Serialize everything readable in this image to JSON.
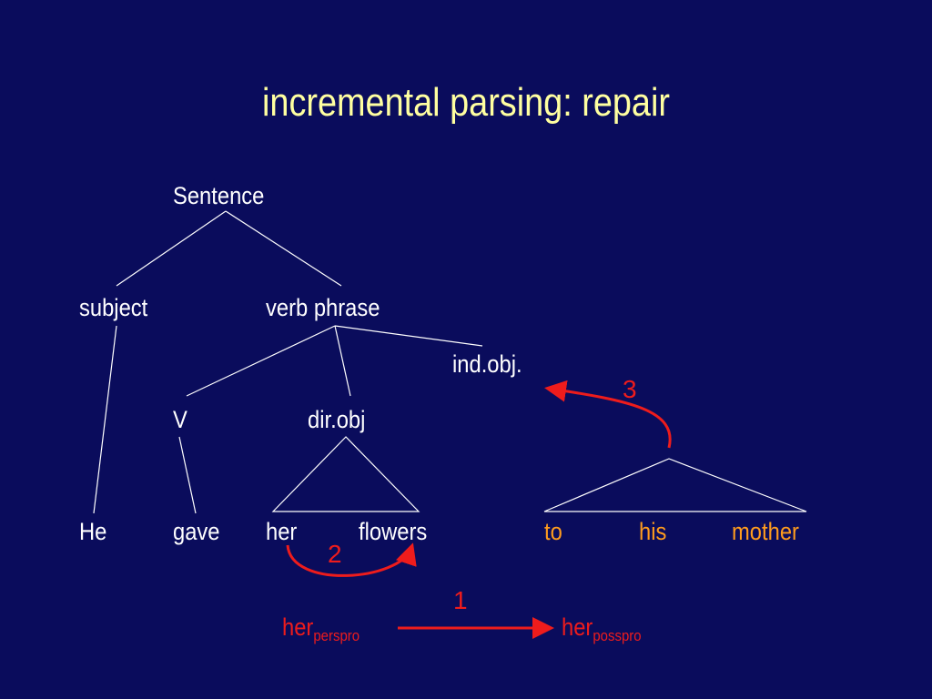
{
  "title": "incremental parsing: repair",
  "tree": {
    "root": "Sentence",
    "subject": "subject",
    "verb_phrase": "verb phrase",
    "ind_obj": "ind.obj.",
    "verb": "V",
    "dir_obj": "dir.obj"
  },
  "words": {
    "he": "He",
    "gave": "gave",
    "her": "her",
    "flowers": "flowers",
    "to": "to",
    "his": "his",
    "mother": "mother"
  },
  "steps": {
    "step1": "1",
    "step2": "2",
    "step3": "3"
  },
  "repair": {
    "from_word": "her",
    "from_sub": "perspro",
    "to_word": "her",
    "to_sub": "posspro"
  },
  "colors": {
    "background": "#0a0c5c",
    "title": "#ffffa0",
    "text": "#ffffff",
    "highlight": "#ff9c1e",
    "arrow": "#ee1c1c"
  }
}
